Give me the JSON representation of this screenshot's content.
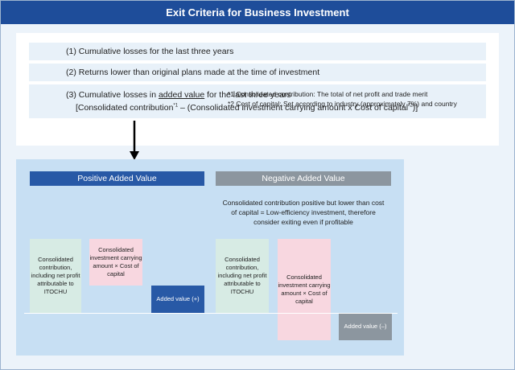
{
  "header": {
    "title": "Exit Criteria for Business Investment"
  },
  "criteria": {
    "item1": "(1) Cumulative losses for the last three years",
    "item2": "(2) Returns lower than original plans made at the time of investment",
    "item3_prefix": "(3) Cumulative losses in ",
    "item3_underlined": "added value",
    "item3_suffix": " for the last three years",
    "formula_part1": "[Consolidated contribution",
    "formula_sup1": "*1",
    "formula_part2": " – (Consolidated investment carrying amount x Cost of capital",
    "formula_sup2": "*2",
    "formula_part3": ")]"
  },
  "notes": {
    "note1": "*1 Consolidated contribution: The total of net profit and trade merit",
    "note2": "*2 Cost of capital: Set according to industry (approximately 7%) and country"
  },
  "positive": {
    "title": "Positive Added Value",
    "consolidated_contribution": "Consolidated contribution, including net profit attributable to ITOCHU",
    "investment_cost": "Consolidated investment carrying amount × Cost of capital",
    "added_value": "Added value (+)"
  },
  "negative": {
    "title": "Negative Added Value",
    "description": "Consolidated contribution positive but lower than cost of capital = Low-efficiency investment, therefore consider exiting even if profitable",
    "consolidated_contribution": "Consolidated contribution, including net profit attributable to ITOCHU",
    "investment_cost": "Consolidated investment carrying amount × Cost of capital",
    "added_value": "Added value (–)"
  },
  "icons": {
    "arrow": "arrow-down-icon"
  },
  "colors": {
    "header": "#1e4d9a",
    "positive": "#2859a6",
    "negative": "#8c969f",
    "contribution": "#d7ebe4",
    "capital_cost": "#f8d7e0",
    "panel": "#c7dff3",
    "background": "#ecf3fa"
  }
}
